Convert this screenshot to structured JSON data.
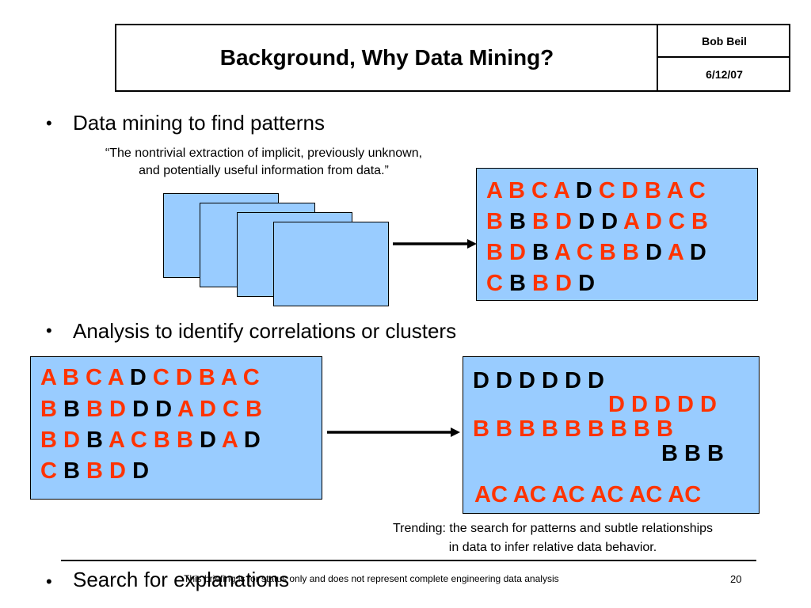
{
  "header": {
    "title": "Background, Why Data Mining?",
    "author": "Bob Beil",
    "date": "6/12/07"
  },
  "bullets": [
    {
      "dot": "•",
      "text": "Data mining to find patterns"
    },
    {
      "dot": "•",
      "text": "Analysis to identify correlations or clusters"
    },
    {
      "dot": "•",
      "text": "Search for explanations"
    }
  ],
  "quote": {
    "line1": "“The nontrivial extraction of implicit, previously unknown,",
    "line2": "and potentially useful information from data.”"
  },
  "letters_box_1": [
    [
      [
        "A",
        "red"
      ],
      [
        "B",
        "red"
      ],
      [
        "C",
        "red"
      ],
      [
        "A",
        "red"
      ],
      [
        "D",
        "blk"
      ],
      [
        "C",
        "red"
      ],
      [
        "D",
        "red"
      ],
      [
        "B",
        "red"
      ],
      [
        "A",
        "red"
      ],
      [
        "C",
        "red"
      ]
    ],
    [
      [
        "B",
        "red"
      ],
      [
        "B",
        "blk"
      ],
      [
        "B",
        "red"
      ],
      [
        "D",
        "red"
      ],
      [
        "D",
        "blk"
      ],
      [
        "D",
        "blk"
      ],
      [
        "A",
        "red"
      ],
      [
        "D",
        "red"
      ],
      [
        "C",
        "red"
      ],
      [
        "B",
        "red"
      ]
    ],
    [
      [
        "B",
        "red"
      ],
      [
        "D",
        "red"
      ],
      [
        "B",
        "blk"
      ],
      [
        "A",
        "red"
      ],
      [
        "C",
        "red"
      ],
      [
        "B",
        "red"
      ],
      [
        "B",
        "red"
      ],
      [
        "D",
        "blk"
      ],
      [
        "A",
        "red"
      ],
      [
        "D",
        "blk"
      ]
    ],
    [
      [
        "C",
        "red"
      ],
      [
        "B",
        "blk"
      ],
      [
        "B",
        "red"
      ],
      [
        "D",
        "red"
      ],
      [
        "D",
        "blk"
      ]
    ]
  ],
  "letters_box_2": [
    [
      [
        "A",
        "red"
      ],
      [
        "B",
        "red"
      ],
      [
        "C",
        "red"
      ],
      [
        "A",
        "red"
      ],
      [
        "D",
        "blk"
      ],
      [
        "C",
        "red"
      ],
      [
        "D",
        "red"
      ],
      [
        "B",
        "red"
      ],
      [
        "A",
        "red"
      ],
      [
        "C",
        "red"
      ]
    ],
    [
      [
        "B",
        "red"
      ],
      [
        "B",
        "blk"
      ],
      [
        "B",
        "red"
      ],
      [
        "D",
        "red"
      ],
      [
        "D",
        "blk"
      ],
      [
        "D",
        "blk"
      ],
      [
        "A",
        "red"
      ],
      [
        "D",
        "red"
      ],
      [
        "C",
        "red"
      ],
      [
        "B",
        "red"
      ]
    ],
    [
      [
        "B",
        "red"
      ],
      [
        "D",
        "red"
      ],
      [
        "B",
        "blk"
      ],
      [
        "A",
        "red"
      ],
      [
        "C",
        "red"
      ],
      [
        "B",
        "red"
      ],
      [
        "B",
        "red"
      ],
      [
        "D",
        "blk"
      ],
      [
        "A",
        "red"
      ],
      [
        "D",
        "blk"
      ]
    ],
    [
      [
        "C",
        "red"
      ],
      [
        "B",
        "blk"
      ],
      [
        "B",
        "red"
      ],
      [
        "D",
        "red"
      ],
      [
        "D",
        "blk"
      ]
    ]
  ],
  "clusters": {
    "row1": "D D D D D D",
    "row2": "D D D D D",
    "row3": "B B B B B B B B B",
    "row4": "B B B",
    "row5": "AC AC AC AC AC AC"
  },
  "trending": {
    "line1": "Trending: the search for patterns and subtle relationships",
    "line2": "in data to infer relative data behavior."
  },
  "footer": {
    "note": "This briefing is for status only and does not represent complete engineering data analysis",
    "page_number": "20"
  },
  "colors": {
    "box_fill": "#99ccff",
    "accent_red": "#ff3300",
    "text": "#000000"
  }
}
